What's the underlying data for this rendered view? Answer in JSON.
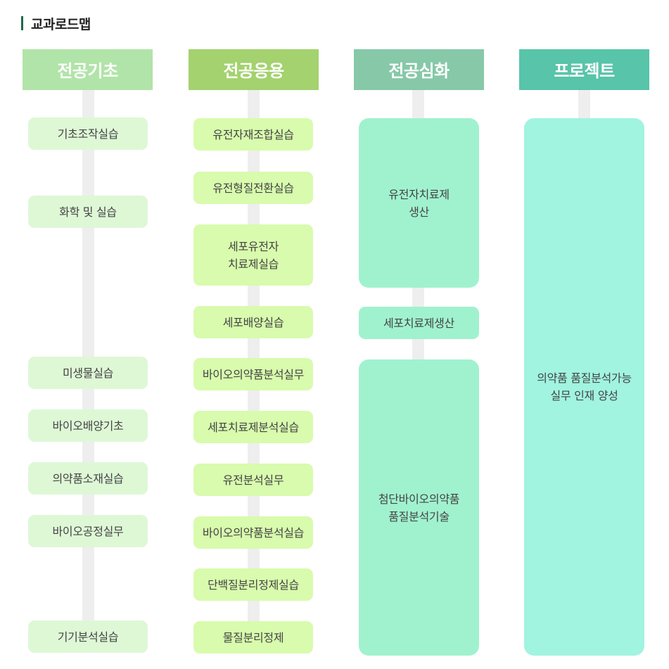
{
  "title": "교과로드맵",
  "columns": [
    {
      "name": "전공기초",
      "color": "#b1e4a8",
      "items": [
        "기초조작실습",
        "화학 및 실습",
        "미생물실습",
        "바이오배양기초",
        "의약품소재실습",
        "바이오공정실무",
        "기기분석실습"
      ]
    },
    {
      "name": "전공응용",
      "color": "#a3d26e",
      "items": [
        "유전자재조합실습",
        "유전형질전환실습",
        "세포유전자\n치료제실습",
        "세포배양실습",
        "바이오의약품분석실무",
        "세포치료제분석실습",
        "유전분석실무",
        "바이오의약품분석실습",
        "단백질분리정제실습",
        "물질분리정제"
      ]
    },
    {
      "name": "전공심화",
      "color": "#86c8a8",
      "items": [
        "유전자치료제\n생산",
        "세포치료제생산",
        "첨단바이오의약품\n품질분석기술"
      ]
    },
    {
      "name": "프로젝트",
      "color": "#58c4aa",
      "items": [
        "의약품 품질분석가능\n실무 인재 양성"
      ]
    }
  ]
}
